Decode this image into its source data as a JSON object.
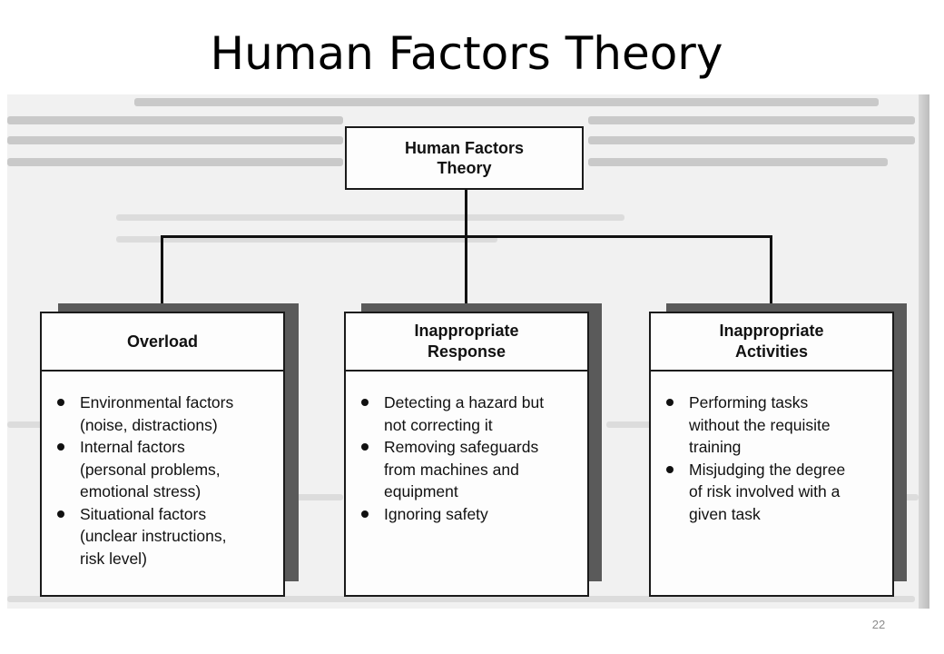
{
  "slide": {
    "title": "Human Factors Theory",
    "page_number": "22"
  },
  "diagram": {
    "root": {
      "lines": [
        "Human Factors",
        "Theory"
      ]
    },
    "categories": [
      {
        "heading": [
          "Overload"
        ],
        "items": [
          [
            "Environmental factors",
            "(noise, distractions)"
          ],
          [
            "Internal factors",
            "(personal problems,",
            "emotional stress)"
          ],
          [
            "Situational factors",
            "(unclear instructions,",
            "risk level)"
          ]
        ]
      },
      {
        "heading": [
          "Inappropriate",
          "Response"
        ],
        "items": [
          [
            "Detecting a hazard but",
            "not correcting it"
          ],
          [
            "Removing safeguards",
            "from machines and",
            "equipment"
          ],
          [
            "Ignoring safety"
          ]
        ]
      },
      {
        "heading": [
          "Inappropriate",
          "Activities"
        ],
        "items": [
          [
            "Performing tasks",
            "without the requisite",
            "training"
          ],
          [
            "Misjudging the degree",
            "of risk involved with a",
            "given task"
          ]
        ]
      }
    ]
  },
  "colors": {
    "scan_background": "#f1f1f1",
    "box_border": "#1a1a1a",
    "shadow": "#5a5a5a"
  }
}
